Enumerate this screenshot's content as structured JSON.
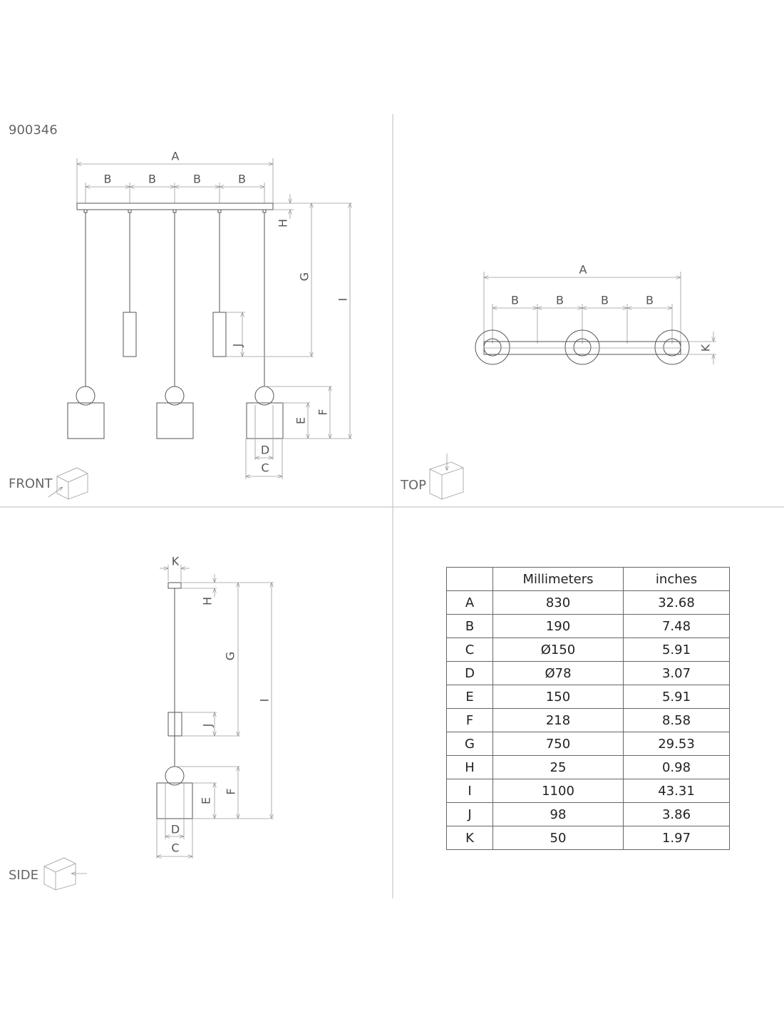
{
  "product_code": "900346",
  "views": {
    "front": "FRONT",
    "top": "TOP",
    "side": "SIDE"
  },
  "labels": {
    "A": "A",
    "B": "B",
    "C": "C",
    "D": "D",
    "E": "E",
    "F": "F",
    "G": "G",
    "H": "H",
    "I": "I",
    "J": "J",
    "K": "K"
  },
  "table": {
    "headers": [
      "",
      "Millimeters",
      "inches"
    ],
    "rows": [
      {
        "key": "A",
        "mm": "830",
        "in": "32.68"
      },
      {
        "key": "B",
        "mm": "190",
        "in": "7.48"
      },
      {
        "key": "C",
        "mm": "Ø150",
        "in": "5.91"
      },
      {
        "key": "D",
        "mm": "Ø78",
        "in": "3.07"
      },
      {
        "key": "E",
        "mm": "150",
        "in": "5.91"
      },
      {
        "key": "F",
        "mm": "218",
        "in": "8.58"
      },
      {
        "key": "G",
        "mm": "750",
        "in": "29.53"
      },
      {
        "key": "H",
        "mm": "25",
        "in": "0.98"
      },
      {
        "key": "I",
        "mm": "1100",
        "in": "43.31"
      },
      {
        "key": "J",
        "mm": "98",
        "in": "3.86"
      },
      {
        "key": "K",
        "mm": "50",
        "in": "1.97"
      }
    ]
  }
}
